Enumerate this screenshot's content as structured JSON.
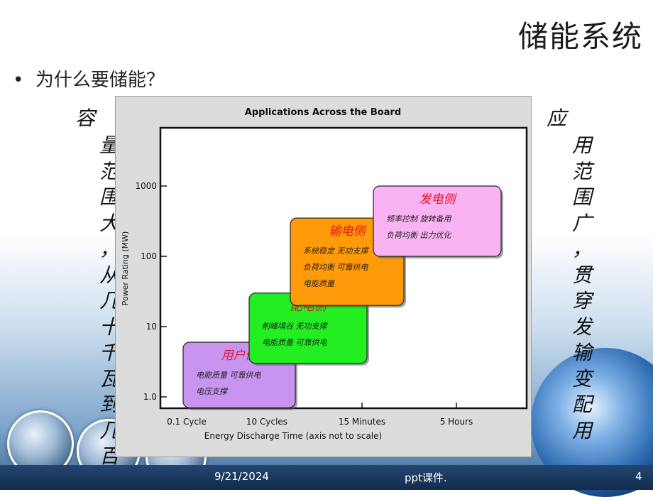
{
  "slide": {
    "title": "储能系统",
    "bullet": "为什么要储能？",
    "left_vertical_text": "容量范围大，从几十千瓦到几百",
    "right_vertical_text": "应用范围广，贯穿发输变配用",
    "footer_date": "9/21/2024",
    "footer_center": "ppt课件.",
    "footer_page": "4"
  },
  "chart_data": {
    "type": "box-region",
    "title": "Applications Across the Board",
    "xlabel": "Energy Discharge Time (axis not to scale)",
    "ylabel": "Power Rating (MW)",
    "x_ticks": [
      "0.1 Cycle",
      "10 Cycles",
      "15 Minutes",
      "5 Hours"
    ],
    "y_ticks": [
      "1.0",
      "10",
      "100",
      "1000"
    ],
    "y_scale": "log",
    "regions": [
      {
        "name": "用户侧",
        "lines": [
          "电能质量    可靠供电",
          "电压支撑"
        ],
        "color": "#c994f0",
        "x_range": [
          "0.1 Cycle",
          "10 Cycles"
        ],
        "y_range_mw": [
          0.7,
          6
        ]
      },
      {
        "name": "配电侧",
        "lines": [
          "削峰填谷    无功支撑",
          "电能质量    可靠供电"
        ],
        "color": "#22ee22",
        "x_range": [
          "10 Cycles",
          "15 Minutes"
        ],
        "y_range_mw": [
          3,
          30
        ]
      },
      {
        "name": "输电侧",
        "lines": [
          "系统稳定    无功支撑",
          "负荷均衡    可靠供电",
          "电能质量"
        ],
        "color": "#ff9a0a",
        "x_range": [
          "10 Cycles",
          "15 Minutes"
        ],
        "y_range_mw": [
          20,
          350
        ]
      },
      {
        "name": "发电侧",
        "lines": [
          "频率控制    旋转备用",
          "负荷均衡    出力优化"
        ],
        "color": "#f9b3f4",
        "x_range": [
          "15 Minutes",
          "5 Hours"
        ],
        "y_range_mw": [
          100,
          1000
        ]
      }
    ]
  }
}
